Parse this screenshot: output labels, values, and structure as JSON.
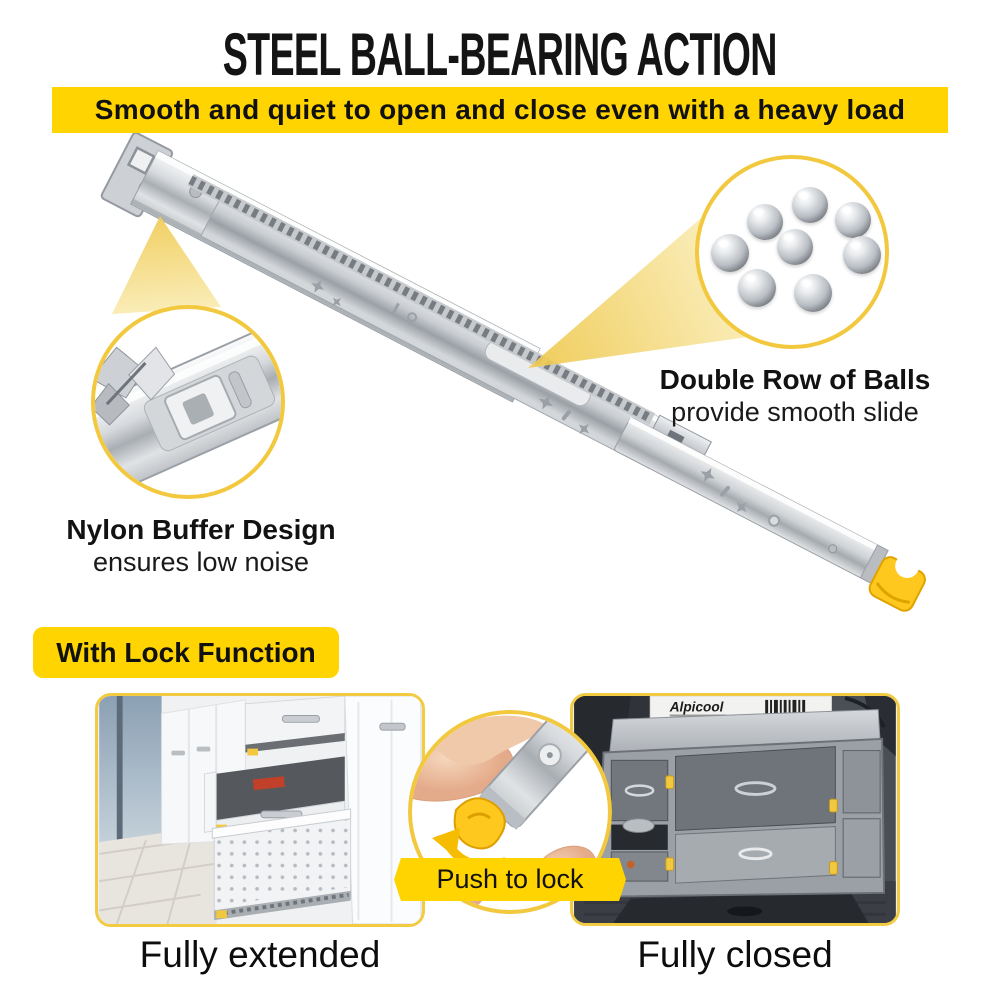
{
  "header": {
    "title": "STEEL BALL-BEARING ACTION",
    "subtitle": "Smooth and quiet to open and close even with a heavy load"
  },
  "callouts": {
    "double_row_balls": {
      "title": "Double Row of Balls",
      "subtitle": "provide smooth slide"
    },
    "nylon_buffer": {
      "title": "Nylon Buffer Design",
      "subtitle": "ensures low noise"
    }
  },
  "lock_section": {
    "badge": "With Lock Function",
    "inset_label": "Push to lock",
    "captions": {
      "left": "Fully extended",
      "right": "Fully closed"
    },
    "photo_brand": "Alpicool"
  },
  "colors": {
    "brand_yellow": "#FFD400",
    "callout_border_yellow": "#F2C83E",
    "cone_highlight_yellow": "#F5D96E",
    "lock_part_yellow": "#FFC81E",
    "text_black": "#111111"
  }
}
